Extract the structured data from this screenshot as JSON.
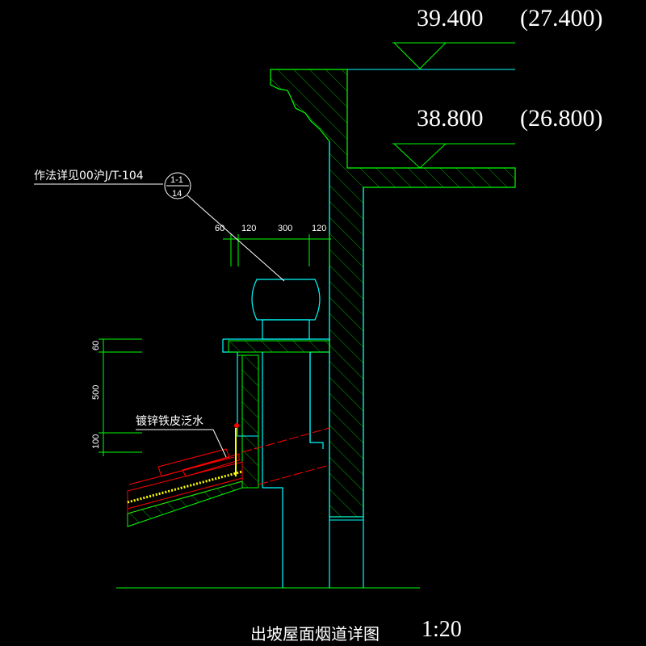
{
  "elevations": {
    "top": {
      "value": "39.400",
      "relative": "(27.400)"
    },
    "second": {
      "value": "38.800",
      "relative": "(26.800)"
    }
  },
  "callout": {
    "note": "作法详见00沪J/T-104",
    "detail_number": "1-1",
    "sheet_number": "14"
  },
  "dimensions": {
    "horizontal": [
      "60",
      "120",
      "300",
      "120"
    ],
    "vertical": [
      "60",
      "500",
      "100"
    ]
  },
  "material_note": "镀锌铁皮泛水",
  "title": "出坡屋面烟道详图",
  "scale": "1:20",
  "colors": {
    "background": "#000000",
    "outline": "#00ffff",
    "wall": "#00ff00",
    "dimension": "#00ff00",
    "roof": "#ff0000",
    "flashing": "#ffff00",
    "text": "#ffffff"
  }
}
